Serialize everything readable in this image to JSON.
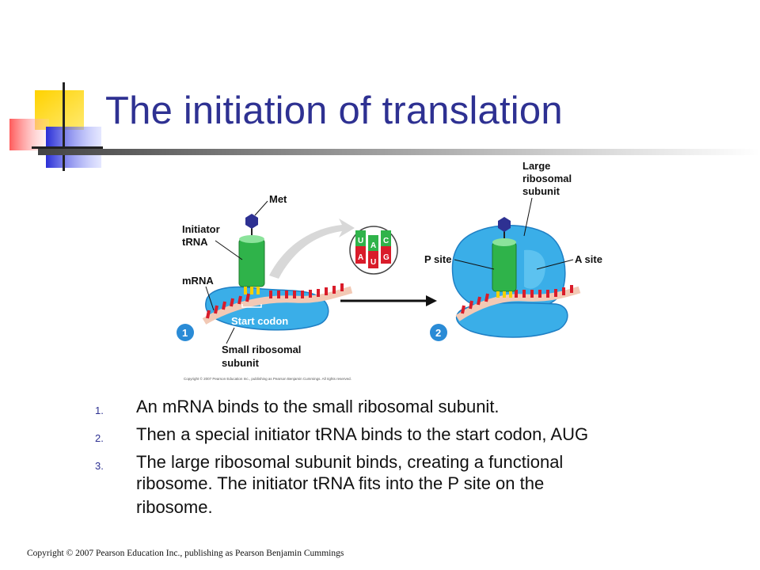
{
  "slide": {
    "title": "The initiation of translation",
    "steps": [
      {
        "number": "1.",
        "text": "An mRNA binds to the small ribosomal subunit."
      },
      {
        "number": "2.",
        "text": "Then a special initiator tRNA binds to the start codon, AUG"
      },
      {
        "number": "3.",
        "line1": "The large ribosomal subunit binds, creating a functional",
        "line2": "ribosome. The initiator tRNA fits into the P site on the",
        "line3": "ribosome."
      }
    ],
    "copyright": "Copyright © 2007 Pearson Education Inc., publishing as Pearson Benjamin Cummings"
  },
  "figure": {
    "labels": {
      "met": "Met",
      "initiator_1": "Initiator",
      "initiator_2": "tRNA",
      "mrna": "mRNA",
      "start_codon": "Start codon",
      "small_1": "Small ribosomal",
      "small_2": "subunit",
      "large_1": "Large",
      "large_2": "ribosomal",
      "large_3": "subunit",
      "p_site": "P site",
      "a_site": "A site",
      "step_1": "1",
      "step_2": "2",
      "figure_copyright": "Copyright © 2007 Pearson Education Inc., publishing as Pearson Benjamin Cummings. All rights reserved."
    },
    "anticodon": [
      "U",
      "A",
      "C"
    ],
    "codon": [
      "A",
      "U",
      "G"
    ],
    "colors": {
      "title": "#2e3192",
      "ribosome": "#3aaee8",
      "ribosome_dark": "#1f7fc4",
      "trna": "#2fb34a",
      "mrna": "#d91c2a",
      "mrna_backbone": "#f2c9b5",
      "met": "#2e3192",
      "step_badge": "#2a8bd6"
    }
  }
}
